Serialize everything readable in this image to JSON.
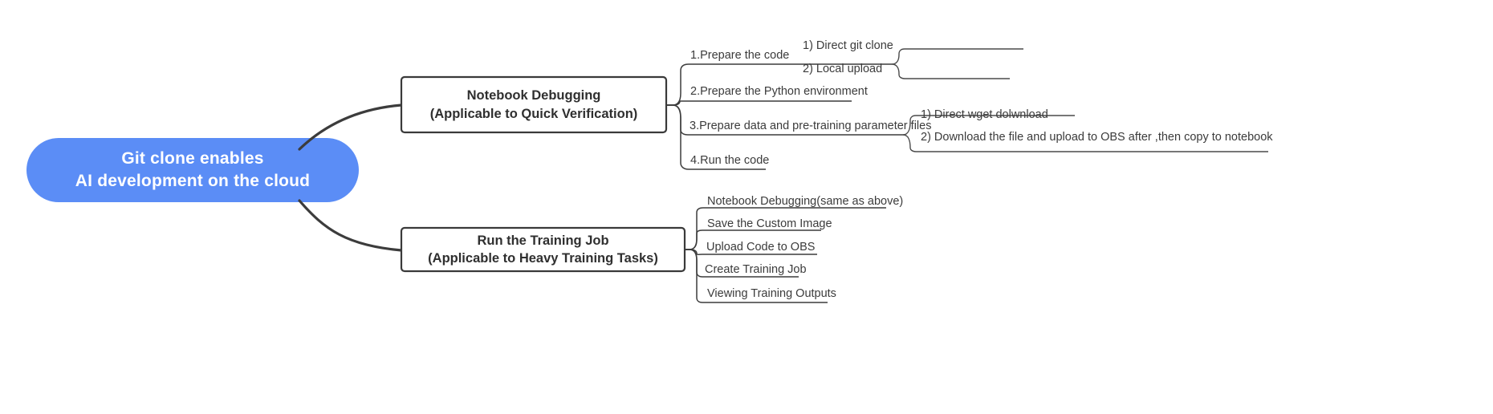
{
  "diagram": {
    "type": "mind-map",
    "background_color": "#ffffff",
    "root_color": "#5b8df6",
    "line_color": "#3c3c3c",
    "text_color": "#3b3b3b"
  },
  "root": {
    "line1": "Git clone enables",
    "line2": "AI development on the cloud"
  },
  "branches": [
    {
      "id": "notebook-debugging",
      "title_line1": "Notebook Debugging",
      "title_line2": "(Applicable to Quick Verification)",
      "children": [
        {
          "label": "1.Prepare the code",
          "children": [
            {
              "label": "1) Direct git clone"
            },
            {
              "label": "2) Local upload"
            }
          ]
        },
        {
          "label": "2.Prepare the Python environment",
          "children": []
        },
        {
          "label": "3.Prepare data and pre-training parameter files",
          "children": [
            {
              "label": "1) Direct wget dolwnload"
            },
            {
              "label": "2) Download the file and upload to OBS after ,then copy to notebook"
            }
          ]
        },
        {
          "label": "4.Run the code",
          "children": []
        }
      ]
    },
    {
      "id": "run-the-training-job",
      "title_line1": "Run the Training Job",
      "title_line2": "(Applicable to Heavy Training Tasks)",
      "children": [
        {
          "label": "Notebook Debugging(same as above)",
          "children": []
        },
        {
          "label": "Save the Custom Image",
          "children": []
        },
        {
          "label": "Upload Code to OBS",
          "children": []
        },
        {
          "label": "Create Training Job",
          "children": []
        },
        {
          "label": "Viewing Training Outputs",
          "children": []
        }
      ]
    }
  ]
}
